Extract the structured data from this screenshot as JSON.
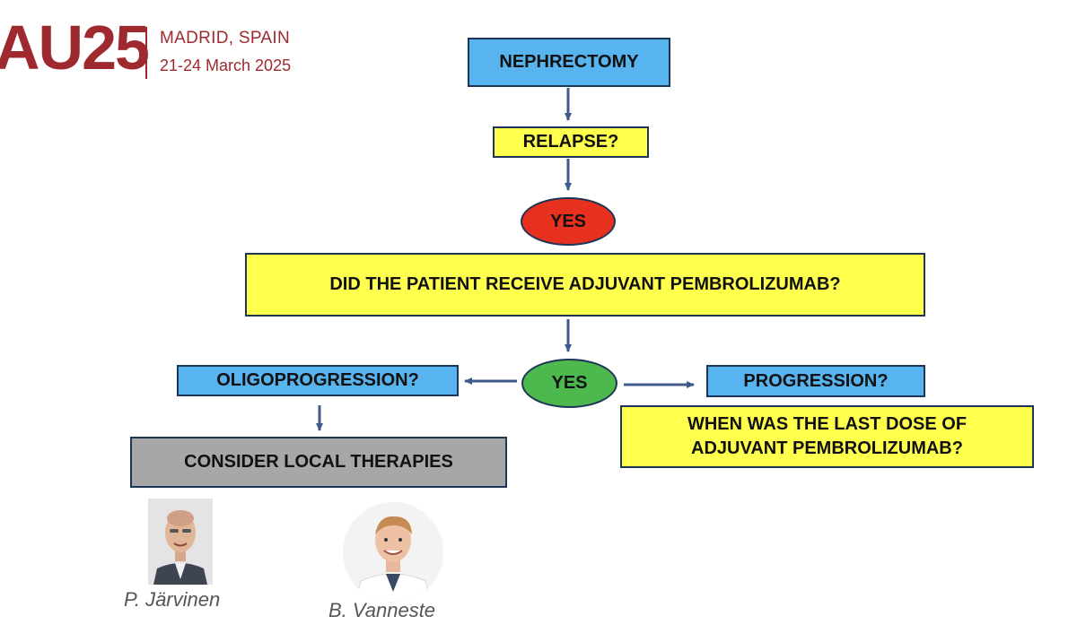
{
  "header": {
    "logo_text": "AU25",
    "city": "MADRID, SPAIN",
    "dates": "21-24 March 2025"
  },
  "flow": {
    "nephrectomy": "NEPHRECTOMY",
    "relapse": "RELAPSE?",
    "yes_relapse": "YES",
    "question_adjuvant": "DID THE PATIENT RECEIVE ADJUVANT PEMBROLIZUMAB?",
    "yes_adjuvant": "YES",
    "oligoprogression": "OLIGOPROGRESSION?",
    "progression": "PROGRESSION?",
    "local_therapies": "CONSIDER LOCAL THERAPIES",
    "last_dose_line1": "WHEN WAS THE LAST DOSE OF",
    "last_dose_line2": "ADJUVANT PEMBROLIZUMAB?"
  },
  "colors": {
    "blue_box": "#57b4ee",
    "yellow_box": "#ffff4d",
    "grey_box": "#a7a7a7",
    "red_oval": "#e8301f",
    "green_oval": "#4cb84e",
    "brand": "#9e2a2f"
  },
  "speakers": [
    {
      "name": "P. Järvinen"
    },
    {
      "name": "B. Vanneste"
    }
  ]
}
